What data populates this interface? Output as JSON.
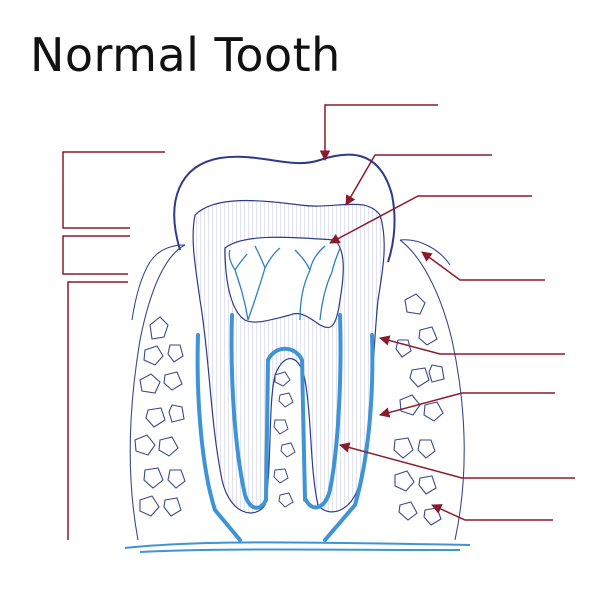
{
  "title": "Normal Tooth",
  "colors": {
    "outline": "#2e3a8c",
    "nerve": "#2c7fc4",
    "pulp_blue": "#3f94d6",
    "leader": "#8b1a2a",
    "bone": "#3b4a86"
  },
  "label_slots": {
    "left": [
      "crown-bracket",
      "neck-bracket",
      "root-bracket"
    ],
    "right": [
      "enamel",
      "dentin",
      "pulp",
      "gum",
      "cementum",
      "periodontal-ligament",
      "root-canal",
      "jaw-bone"
    ]
  }
}
